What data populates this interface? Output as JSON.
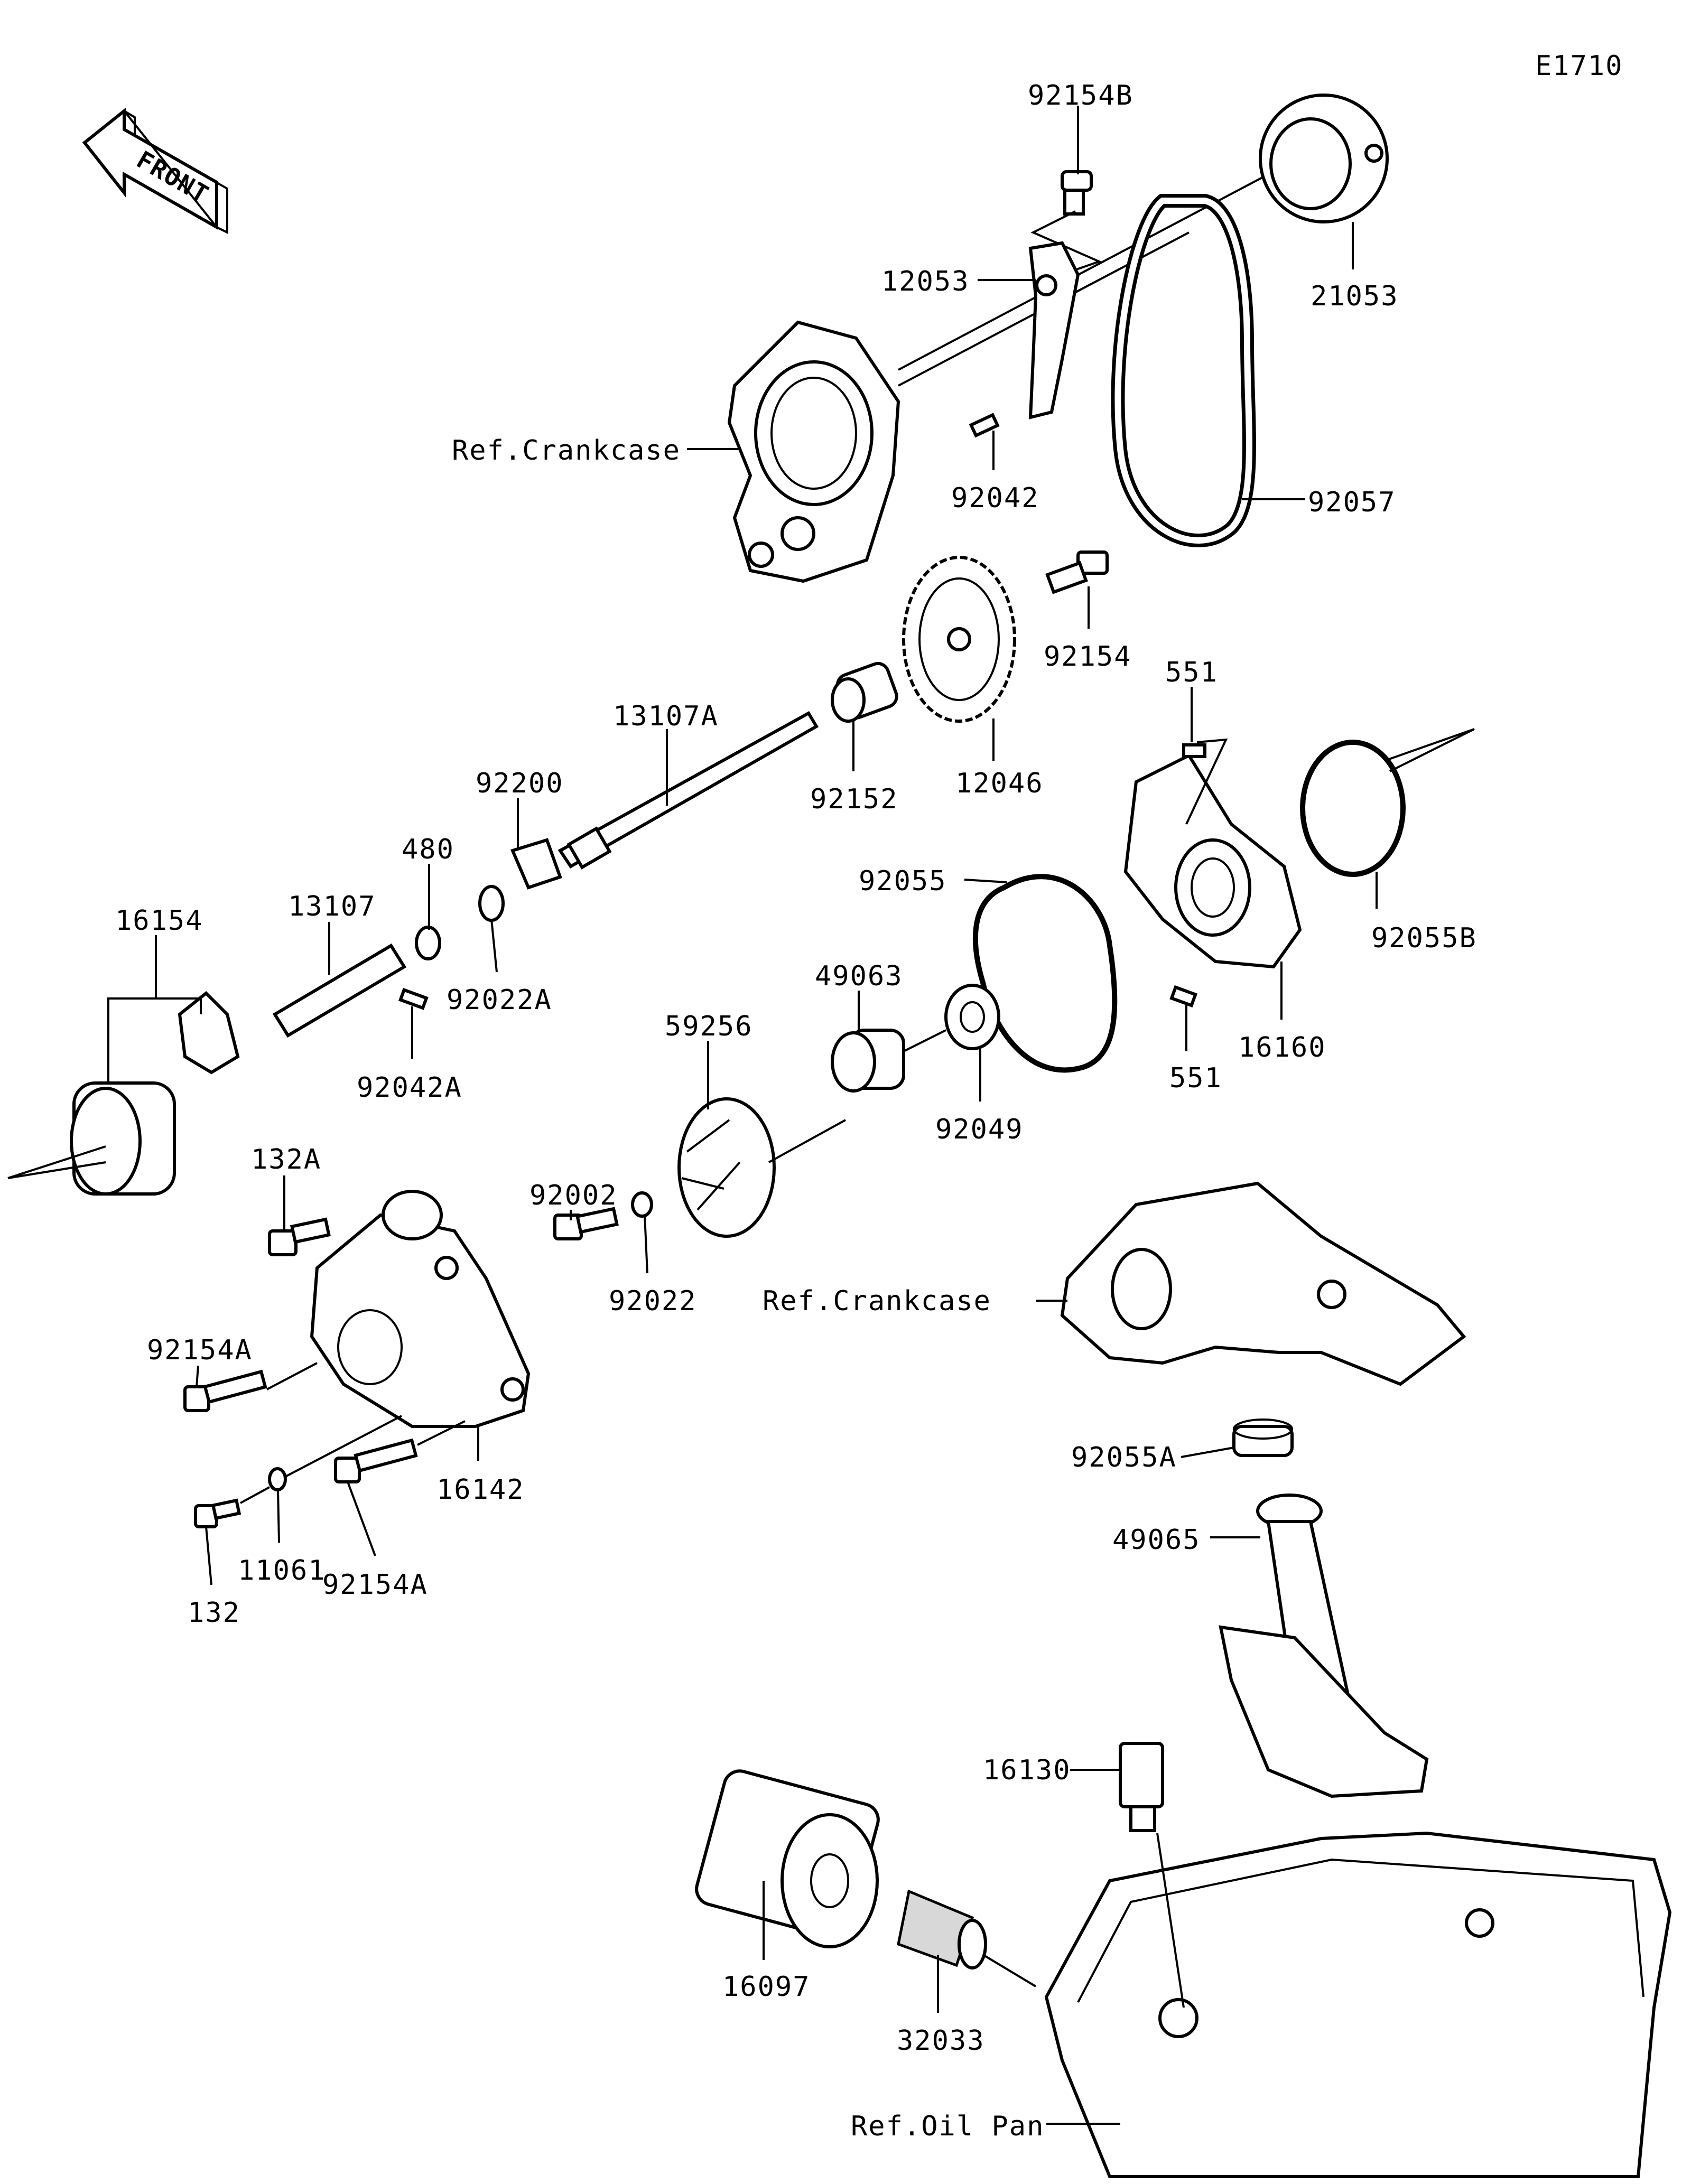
{
  "diagram_code": "E1710",
  "front_marker": "FRONT",
  "labels": {
    "p92154B": "92154B",
    "p12053": "12053",
    "p21053": "21053",
    "ref_crankcase_upper": "Ref.Crankcase",
    "p92042": "92042",
    "p92057": "92057",
    "p92154": "92154",
    "p551_upper": "551",
    "p13107A": "13107A",
    "p92200": "92200",
    "p92152": "92152",
    "p12046": "12046",
    "p92055": "92055",
    "p480": "480",
    "p16154": "16154",
    "p13107": "13107",
    "p92022A": "92022A",
    "p92055B": "92055B",
    "p49063": "49063",
    "p59256": "59256",
    "p92042A": "92042A",
    "p16160": "16160",
    "p551_lower": "551",
    "p92049": "92049",
    "p132A": "132A",
    "p92002": "92002",
    "p92022": "92022",
    "ref_crankcase_lower": "Ref.Crankcase",
    "p92154A_left": "92154A",
    "p16142": "16142",
    "p92055A": "92055A",
    "p11061": "11061",
    "p92154A_lower": "92154A",
    "p49065": "49065",
    "p132": "132",
    "p16130": "16130",
    "p16097": "16097",
    "p32033": "32033",
    "ref_oil_pan": "Ref.Oil Pan"
  }
}
